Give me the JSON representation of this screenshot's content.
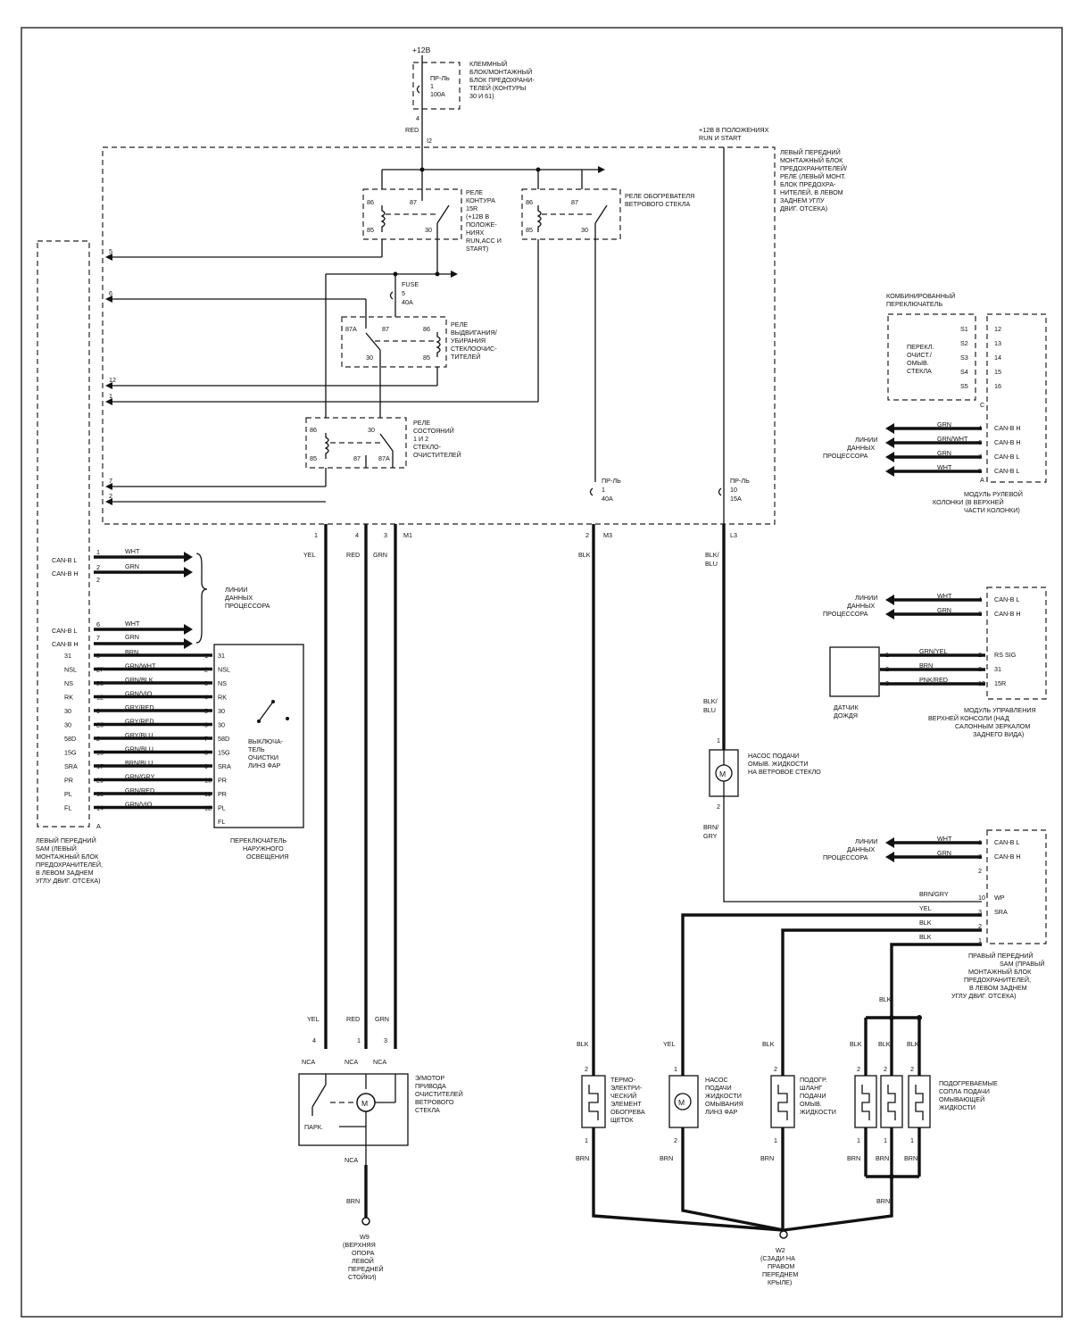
{
  "top": {
    "supply": "+12В",
    "fuse_main": [
      "ПР-ЛЬ",
      "1",
      "100А"
    ],
    "fuse_main_pin": "4",
    "fuse_main_wire": "RED",
    "fuse_main_conn": "I2",
    "block_label": [
      "КЛЕММНЫЙ",
      "БЛОК/МОНТАЖНЫЙ",
      "БЛОК ПРЕДОХРАНИ-",
      "ТЕЛЕЙ (КОНТУРЫ",
      "30 И 61)"
    ],
    "run_start": [
      "+12В В ПОЛОЖЕНИЯХ",
      "RUN И START"
    ]
  },
  "left_sam_block": {
    "label": [
      "ЛЕВЫЙ ПЕРЕДНИЙ",
      "МОНТАЖНЫЙ БЛОК",
      "ПРЕДОХРАНИТЕЛЕЙ/",
      "РЕЛЕ (ЛЕВЫЙ МОНТ.",
      "БЛОК ПРЕДОХРА-",
      "НИТЕЛЕЙ, В ЛЕВОМ",
      "ЗАДНЕМ УГЛУ",
      "ДВИГ. ОТСЕКА)"
    ]
  },
  "relays": {
    "r15": {
      "pins": [
        "86",
        "87",
        "85",
        "30"
      ],
      "label": [
        "РЕЛЕ",
        "КОНТУРА",
        "15R",
        "(+12В В",
        "ПОЛОЖЕ-",
        "НИЯХ",
        "RUN,ACC И",
        "START)"
      ]
    },
    "heater": {
      "pins": [
        "86",
        "87",
        "85",
        "30"
      ],
      "label": [
        "РЕЛЕ ОБОГРЕВАТЕЛЯ",
        "ВЕТРОВОГО СТЕКЛА"
      ]
    },
    "retract": {
      "pins": [
        "87A",
        "87",
        "86",
        "30",
        "85"
      ],
      "label": [
        "РЕЛЕ",
        "ВЫДВИГАНИЯ/",
        "УБИРАНИЯ",
        "СТЕКЛООЧИС-",
        "ТИТЕЛЕЙ"
      ]
    },
    "states": {
      "pins": [
        "86",
        "30",
        "85",
        "87",
        "87A"
      ],
      "label": [
        "РЕЛЕ",
        "СОСТОЯНИЙ",
        "1 И 2",
        "СТЕКЛО-",
        "ОЧИСТИТЕЛЕЙ"
      ]
    }
  },
  "fuses": {
    "f5": [
      "FUSE",
      "5",
      "40A"
    ],
    "f1": [
      "ПР-ЛЬ",
      "1",
      "40А"
    ],
    "f10": [
      "ПР-ЛЬ",
      "10",
      "15А"
    ]
  },
  "left_connector_pins": [
    "5",
    "6",
    "12",
    "1",
    "7",
    "2"
  ],
  "block_outputs": [
    {
      "pin": "1",
      "wire": "YEL"
    },
    {
      "pin": "4",
      "wire": "RED"
    },
    {
      "pin": "3",
      "wire": "GRN",
      "conn": "M1"
    },
    {
      "pin": "2",
      "wire": "BLK",
      "conn": "M3"
    },
    {
      "wire": "BLK/",
      "wire2": "BLU",
      "conn": "L3"
    }
  ],
  "left_can": [
    {
      "label": "CAN-B L",
      "pin": "1",
      "wire": "WHT"
    },
    {
      "label": "CAN-B H",
      "pin": "2",
      "wire": "GRN"
    },
    {
      "label": "",
      "pin": "2",
      "wire": ""
    },
    {
      "label": "CAN-B L",
      "pin": "6",
      "wire": "WHT"
    },
    {
      "label": "CAN-B H",
      "pin": "7",
      "wire": "GRN"
    }
  ],
  "data_lines": [
    "ЛИНИИ",
    "ДАННЫХ",
    "ПРОЦЕССОРА"
  ],
  "switch_rows": [
    {
      "sig": "31",
      "lpin": "8",
      "wire": "BRN",
      "rpin": "1",
      "rsig": "31"
    },
    {
      "sig": "NSL",
      "lpin": "27",
      "wire": "GRN/WHT",
      "rpin": "2",
      "rsig": "NSL"
    },
    {
      "sig": "NS",
      "lpin": "28",
      "wire": "GRN/BLK",
      "rpin": "3",
      "rsig": "NS"
    },
    {
      "sig": "RK",
      "lpin": "12",
      "wire": "GRN/VIO",
      "rpin": "4",
      "rsig": "RK"
    },
    {
      "sig": "30",
      "lpin": "9",
      "wire": "GRY/RED",
      "rpin": "5",
      "rsig": "30"
    },
    {
      "sig": "30",
      "lpin": "25",
      "wire": "GRY/RED",
      "rpin": "6",
      "rsig": "30"
    },
    {
      "sig": "58D",
      "lpin": "2",
      "wire": "GRY/BLU",
      "rpin": "7",
      "rsig": "58D"
    },
    {
      "sig": "15G",
      "lpin": "15",
      "wire": "GRN/BLU",
      "rpin": "8",
      "rsig": "15G"
    },
    {
      "sig": "SRA",
      "lpin": "17",
      "wire": "BRN/BLU",
      "rpin": "9",
      "rsig": "SRA"
    },
    {
      "sig": "PR",
      "lpin": "29",
      "wire": "GRN/GRY",
      "rpin": "10",
      "rsig": "PR"
    },
    {
      "sig": "PL",
      "lpin": "13",
      "wire": "GRN/RED",
      "rpin": "11",
      "rsig": "PR"
    },
    {
      "sig": "FL",
      "lpin": "14",
      "wire": "GRN/VIO",
      "rpin": "12",
      "rsig": "PL"
    },
    {
      "sig": "",
      "lpin": "",
      "wire": "",
      "rpin": "",
      "rsig": "FL"
    }
  ],
  "switch_a_label": "A",
  "headlamp_switch": [
    "ВЫКЛЮЧА-",
    "ТЕЛЬ",
    "ОЧИСТКИ",
    "ЛИНЗ ФАР"
  ],
  "exterior_switch": [
    "ПЕРЕКЛЮЧАТЕЛЬ",
    "НАРУЖНОГО",
    "ОСВЕЩЕНИЯ"
  ],
  "left_sam_label": [
    "ЛЕВЫЙ ПЕРЕДНИЙ",
    "SAM (ЛЕВЫЙ",
    "МОНТАЖНЫЙ БЛОК",
    "ПРЕДОХРАНИТЕЛЕЙ,",
    "В ЛЕВОМ ЗАДНЕМ",
    "УГЛУ ДВИГ. ОТСЕКА)"
  ],
  "combo_switch": {
    "title": [
      "КОМБИНИРОВАННЫЙ",
      "ПЕРЕКЛЮЧАТЕЛЬ"
    ],
    "inner": [
      "ПЕРЕКЛ.",
      "ОЧИСТ./",
      "ОМЫВ.",
      "СТЕКЛА"
    ],
    "rows": [
      {
        "s": "S1",
        "pin": "12"
      },
      {
        "s": "S2",
        "pin": "13"
      },
      {
        "s": "S3",
        "pin": "14"
      },
      {
        "s": "S4",
        "pin": "15"
      },
      {
        "s": "S5",
        "pin": "16"
      }
    ],
    "c_label": "C",
    "can_rows": [
      {
        "wire": "GRN",
        "pin": "4",
        "sig": "CAN-B H"
      },
      {
        "wire": "GRN/WHT",
        "pin": "6",
        "sig": "CAN-B H"
      },
      {
        "wire": "GRN",
        "pin": "7",
        "sig": "CAN-B L"
      },
      {
        "wire": "WHT",
        "pin": "5",
        "sig": "CAN-B L"
      }
    ],
    "a_label": "A",
    "module": [
      "МОДУЛЬ РУЛЕВОЙ",
      "КОЛОНКИ (В ВЕРХНЕЙ",
      "ЧАСТИ КОЛОНКИ)"
    ]
  },
  "overhead": {
    "can_rows": [
      {
        "wire": "WHT",
        "pin": "4",
        "sig": "CAN-B L"
      },
      {
        "wire": "GRN",
        "pin": "3",
        "sig": "CAN-B H"
      }
    ],
    "sensor_rows": [
      {
        "lpin": "1",
        "wire": "GRN/YEL",
        "rpin": "2",
        "sig": "RS SIG"
      },
      {
        "lpin": "2",
        "wire": "BRN",
        "rpin": "3",
        "sig": "31"
      },
      {
        "lpin": "3",
        "wire": "PNK/RED",
        "rpin": "12",
        "sig": "15R"
      }
    ],
    "sensor": [
      "ДАТЧИК",
      "ДОЖДЯ"
    ],
    "module": [
      "МОДУЛЬ УПРАВЛЕНИЯ",
      "ВЕРХНЕЙ КОНСОЛИ (НАД",
      "САЛОННЫМ ЗЕРКАЛОМ",
      "ЗАДНЕГО ВИДА)"
    ]
  },
  "pump_ws": {
    "pin_top": "1",
    "pin_bottom": "2",
    "wire_in": [
      "BLK/",
      "BLU"
    ],
    "wire_out": [
      "BRN/",
      "GRY"
    ],
    "label": [
      "НАСОС ПОДАЧИ",
      "ОМЫВ. ЖИДКОСТИ",
      "НА ВЕТРОВОЕ СТЕКЛО"
    ]
  },
  "right_sam": {
    "can_rows": [
      {
        "wire": "WHT",
        "pin": "1",
        "sig": "CAN-B L"
      },
      {
        "wire": "GRN",
        "pin": "2",
        "sig": "CAN-B H"
      },
      {
        "wire": "",
        "pin": "2",
        "sig": ""
      }
    ],
    "out_rows": [
      {
        "wire": "BRN/GRY",
        "pin": "10",
        "sig": "WP"
      },
      {
        "wire": "YEL",
        "pin": "3",
        "sig": "SRA"
      },
      {
        "wire": "BLK",
        "pin": "2",
        "sig": ""
      },
      {
        "wire": "BLK",
        "pin": "1",
        "sig": ""
      }
    ],
    "label": [
      "ПРАВЫЙ ПЕРЕДНИЙ",
      "SAM (ПРАВЫЙ",
      "МОНТАЖНЫЙ БЛОК",
      "ПРЕДОХРАНИТЕЛЕЙ,",
      "В ЛЕВОМ ЗАДНЕМ",
      "УГЛУ ДВИГ. ОТСЕКА)"
    ]
  },
  "wiper_motor": {
    "wires": [
      "YEL",
      "RED",
      "GRN"
    ],
    "pins": [
      "4",
      "1",
      "3"
    ],
    "conn": "NCA",
    "park": "ПАРК.",
    "label": [
      "Э/МОТОР",
      "ПРИВОДА",
      "ОЧИСТИТЕЛЕЙ",
      "ВЕТРОВОГО",
      "СТЕКЛА"
    ],
    "ground_conn": "NCA",
    "ground_wire": "BRN",
    "ground": [
      "W9",
      "(ВЕРХНЯЯ",
      "ОПОРА",
      "ЛЕВОЙ",
      "ПЕРЕДНЕЙ",
      "СТОЙКИ)"
    ]
  },
  "loads": {
    "thermo": {
      "wire_in": "BLK",
      "pin_top": "2",
      "pin_bottom": "1",
      "wire_out": "BRN",
      "label": [
        "ТЕРМО-",
        "ЭЛЕКТРИ-",
        "ЧЕСКИЙ",
        "ЭЛЕМЕНТ",
        "ОБОГРЕВА",
        "ЩЕТОК"
      ]
    },
    "lens_pump": {
      "wire_in": "YEL",
      "pin_top": "1",
      "pin_bottom": "2",
      "wire_out": "BRN",
      "label": [
        "НАСОС",
        "ПОДАЧИ",
        "ЖИДКОСТИ",
        "ОМЫВАНИЯ",
        "ЛИНЗ ФАР"
      ]
    },
    "hose": {
      "wire_in": "BLK",
      "pin_top": "2",
      "pin_bottom": "1",
      "wire_out": "BRN",
      "label": [
        "ПОДОГР.",
        "ШЛАНГ",
        "ПОДАЧИ",
        "ОМЫВ.",
        "ЖИДКОСТИ"
      ]
    },
    "nozzles": {
      "wire_in": "BLK",
      "wires": [
        "BLK",
        "BLK",
        "BLK"
      ],
      "pins_top": [
        "2",
        "2",
        "2"
      ],
      "pins_bottom": [
        "1",
        "1",
        "1"
      ],
      "wires_out": [
        "BRN",
        "BRN",
        "BRN"
      ],
      "wire_common": "BRN",
      "label": [
        "ПОДОГРЕВАЕМЫЕ",
        "СОПЛА ПОДАЧИ",
        "ОМЫВАЮЩЕЙ",
        "ЖИДКОСТИ"
      ]
    }
  },
  "ground_w2": [
    "W2",
    "(СЗАДИ НА",
    "ПРАВОМ",
    "ПЕРЕДНЕМ",
    "КРЫЛЕ)"
  ],
  "motor_glyph": "M"
}
